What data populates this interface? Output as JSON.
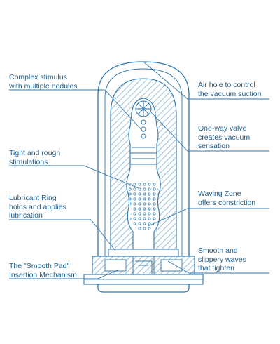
{
  "colors": {
    "ink": "#1f5d8a",
    "line": "#2f77ad",
    "hatch": "#6ea3c8",
    "background": "#ffffff"
  },
  "labels": {
    "nodules": [
      "Complex stimulus",
      "with multiple nodules"
    ],
    "tight": [
      "Tight and rough",
      "stimulations"
    ],
    "lubricant": [
      "Lubricant Ring",
      "holds and applies",
      "lubrication"
    ],
    "smooth_pad": [
      "The \"Smooth Pad\"",
      "Insertion Mechanism"
    ],
    "air_hole": [
      "Air hole to control",
      "the vacuum suction"
    ],
    "valve": [
      "One-way valve",
      "creates vacuum",
      "sensation"
    ],
    "waving": [
      "Waving Zone",
      "offers constriction"
    ],
    "waves": [
      "Smooth and",
      "slippery waves",
      "that tighten"
    ]
  }
}
